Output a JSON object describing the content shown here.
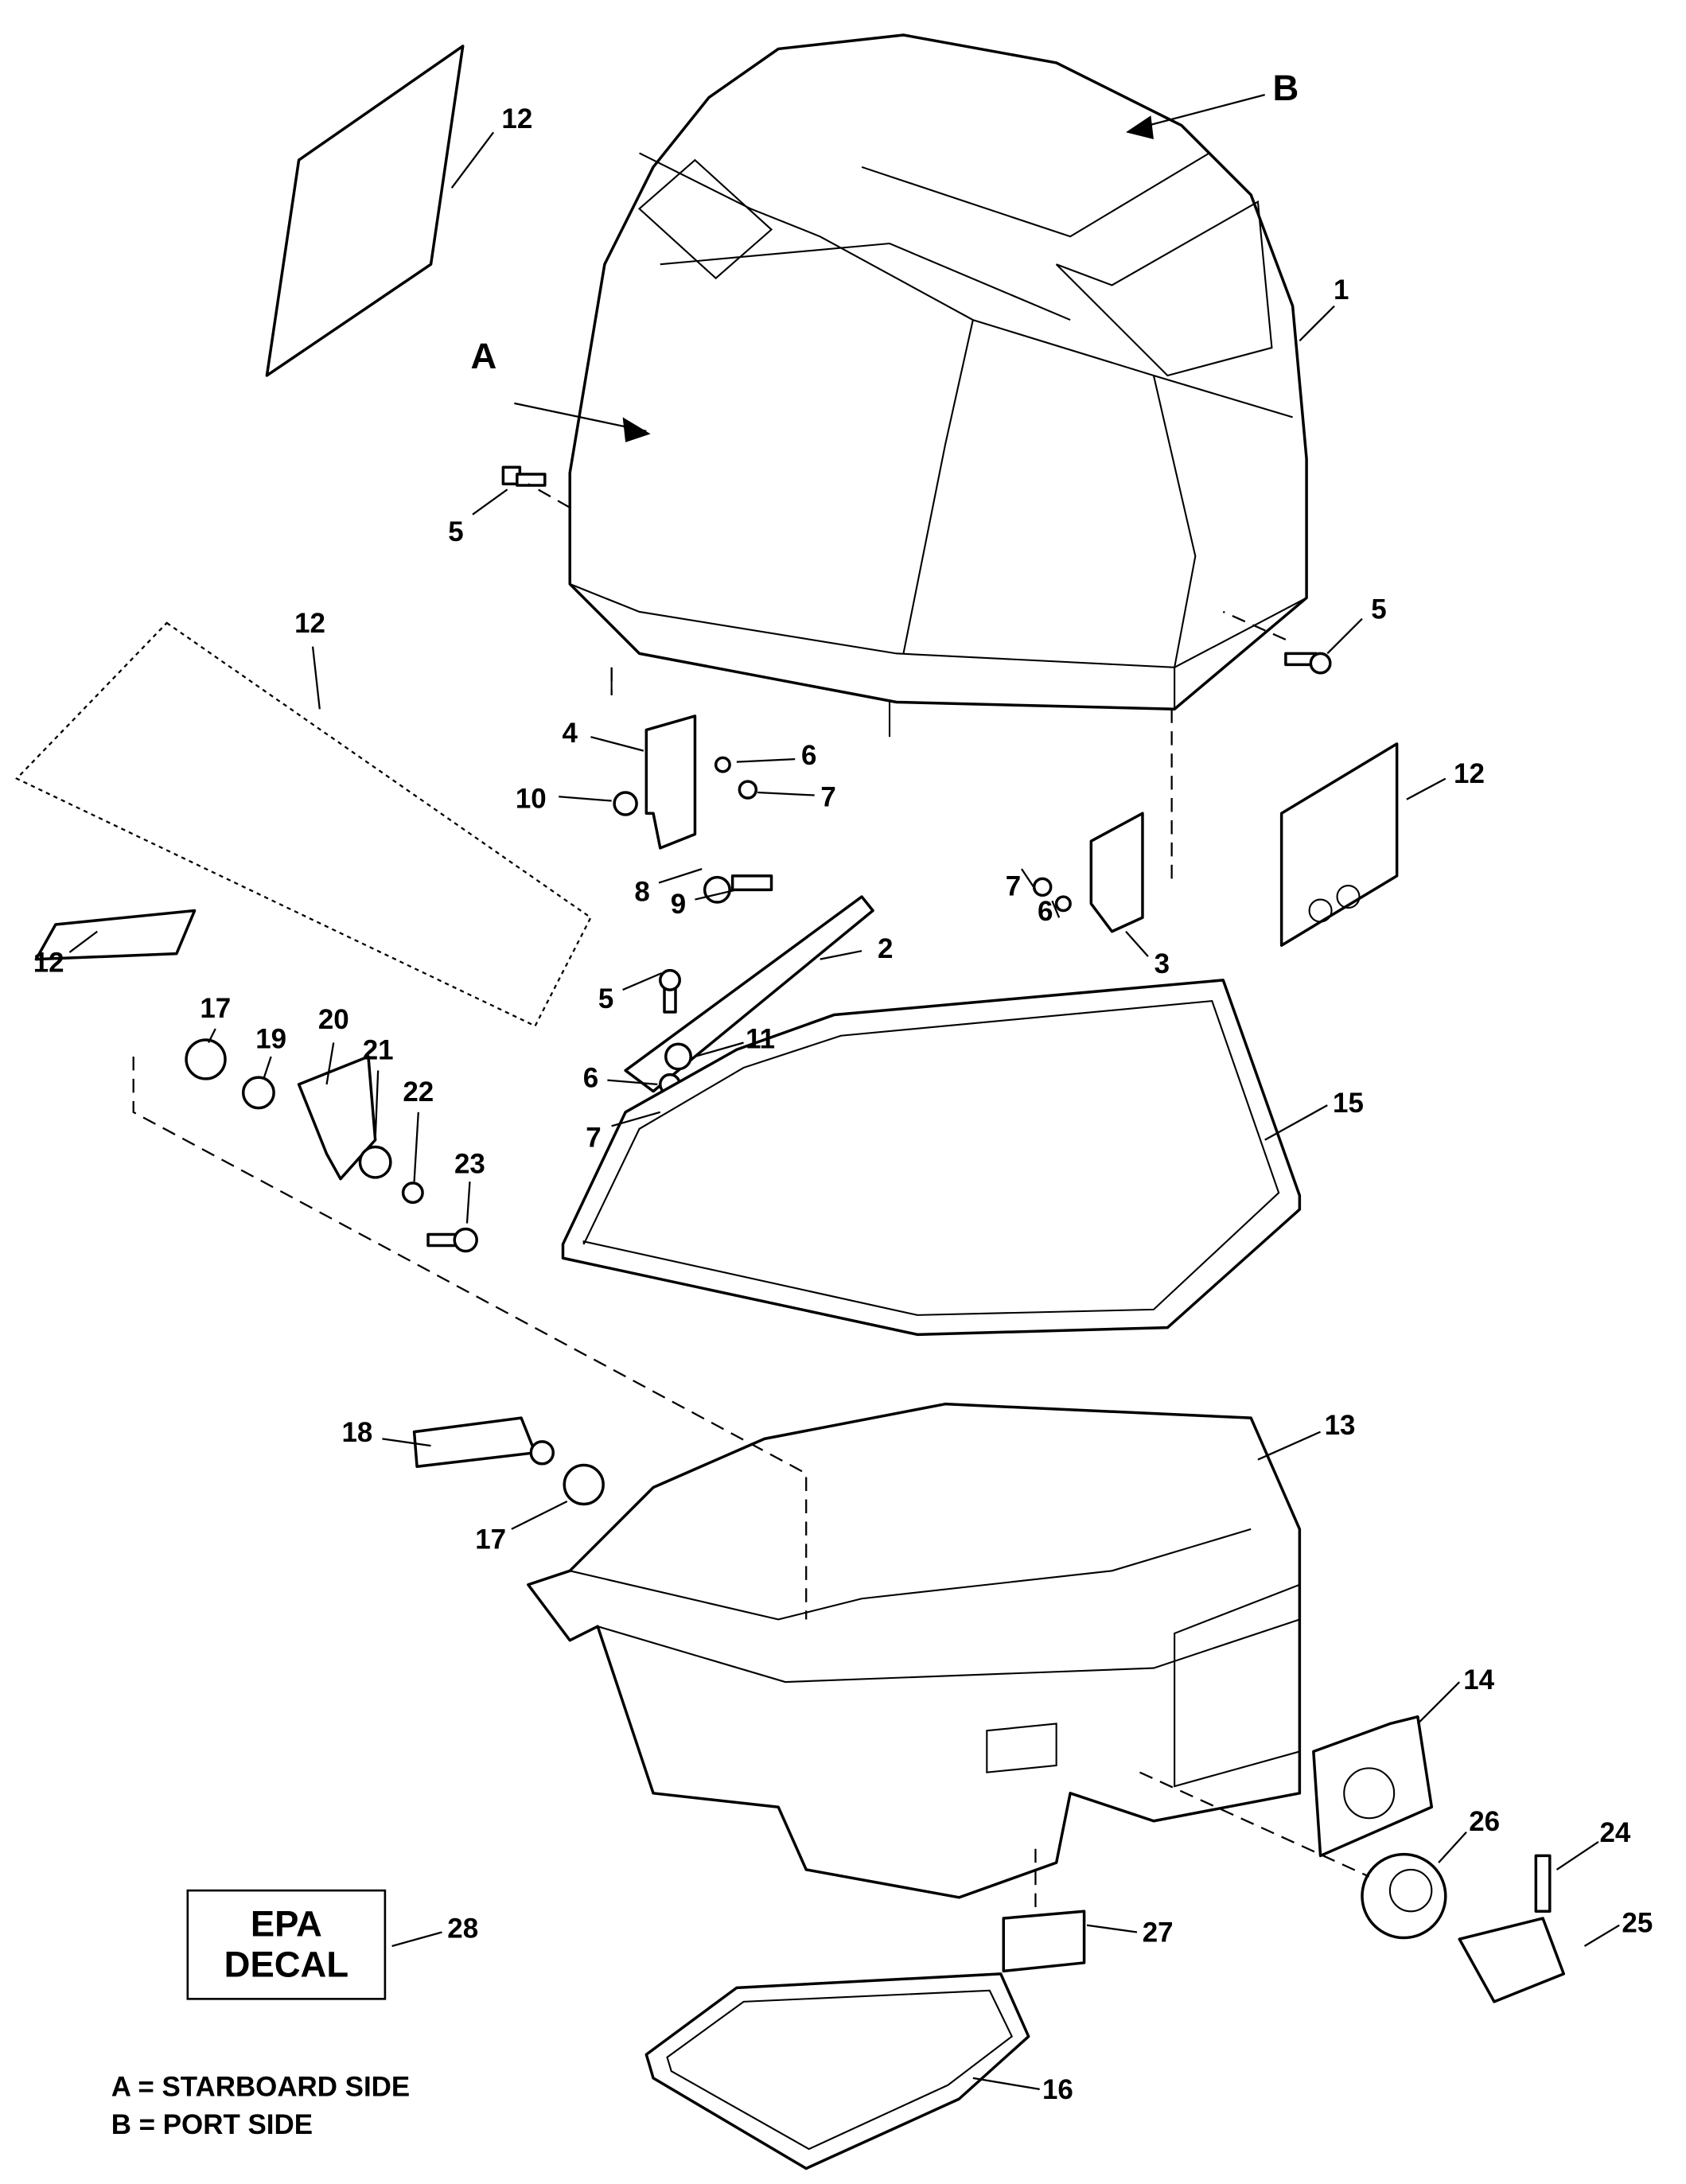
{
  "callouts": [
    "12",
    "B",
    "1",
    "A",
    "5",
    "12",
    "4",
    "6",
    "10",
    "7",
    "8",
    "9",
    "12",
    "7",
    "6",
    "3",
    "5",
    "2",
    "5",
    "12",
    "17",
    "19",
    "20",
    "21",
    "22",
    "23",
    "11",
    "6",
    "7",
    "15",
    "18",
    "13",
    "17",
    "14",
    "26",
    "24",
    "25",
    "28",
    "27",
    "16"
  ],
  "epa_decal": {
    "line1": "EPA",
    "line2": "DECAL"
  },
  "legend": {
    "a": "A = STARBOARD SIDE",
    "b": "B = PORT SIDE"
  }
}
